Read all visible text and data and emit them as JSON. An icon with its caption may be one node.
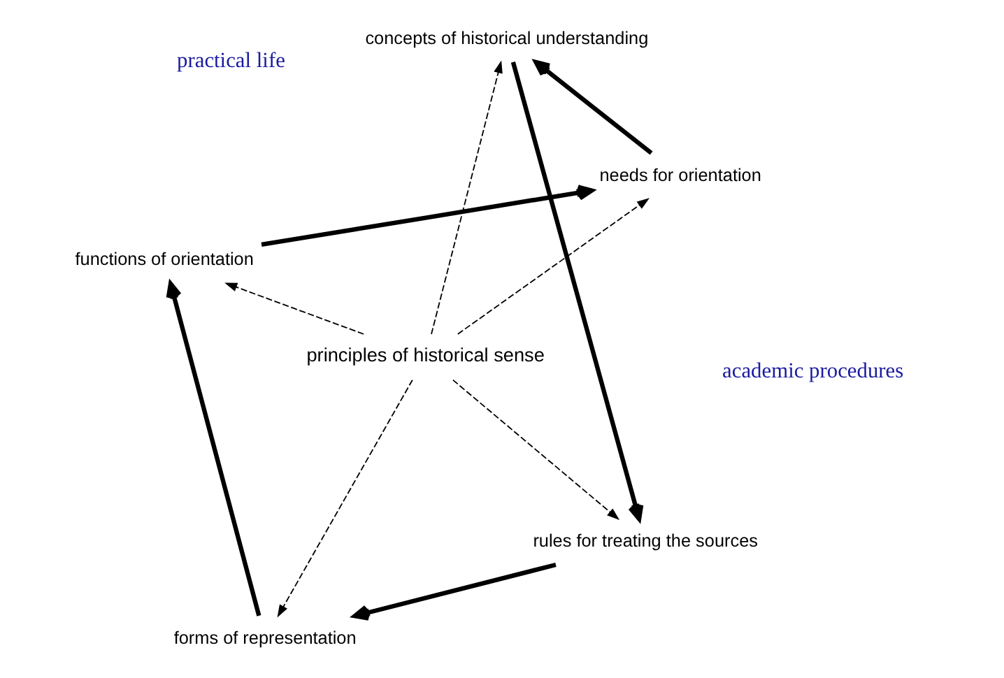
{
  "diagram": {
    "nodes": [
      {
        "text": [
          "principles of historical sense"
        ]
      },
      {
        "text": [
          "rules for treating the sources"
        ]
      },
      {
        "text": [
          "forms of representation"
        ]
      },
      {
        "text": [
          "functions of orientation"
        ]
      },
      {
        "text": [
          "needs for orientation"
        ]
      },
      {
        "text": [
          "concepts of historical understanding"
        ]
      }
    ],
    "edges": [
      {
        "from": 0,
        "to": 1,
        "arrow": "to",
        "style": "dashed"
      },
      {
        "from": 0,
        "to": 2,
        "arrow": "to",
        "style": "dashed"
      },
      {
        "from": 0,
        "to": 3,
        "arrow": "to",
        "style": "dashed"
      },
      {
        "from": 0,
        "to": 4,
        "arrow": "to",
        "style": "dashed"
      },
      {
        "from": 0,
        "to": 5,
        "arrow": "to",
        "style": "dashed"
      },
      {
        "from": 5,
        "to": 1,
        "arrow": "to",
        "style": "thick"
      },
      {
        "from": 1,
        "to": 2,
        "arrow": "to",
        "style": "thick"
      },
      {
        "from": 2,
        "to": 3,
        "arrow": "to",
        "style": "thick"
      },
      {
        "from": 3,
        "to": 4,
        "arrow": "to",
        "style": "thick"
      },
      {
        "from": 4,
        "to": 5,
        "arrow": "to",
        "style": "thick"
      }
    ],
    "labels": [
      "academic procedures",
      "practical life"
    ]
  }
}
